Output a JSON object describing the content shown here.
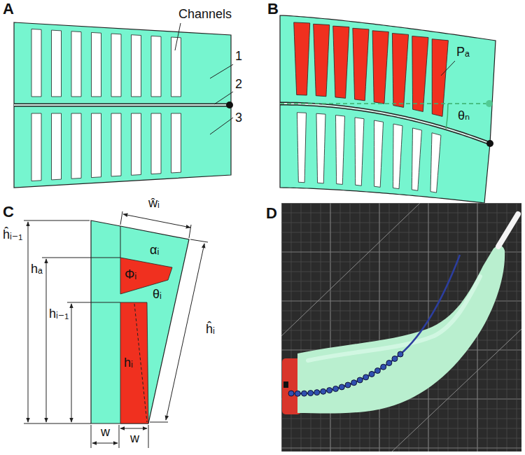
{
  "diagram": {
    "labels": [
      "A",
      "Channels",
      "1",
      "2",
      "3",
      "B",
      "Pₐ",
      "θₙ",
      "C",
      "ŵᵢ",
      "ĥᵢ₋₁",
      "hₐ",
      "αᵢ",
      "hᵢ₋₁",
      "Φᵢ",
      "θᵢ",
      "hᵢ",
      "ĥᵢ",
      "w",
      "w",
      "D"
    ]
  }
}
